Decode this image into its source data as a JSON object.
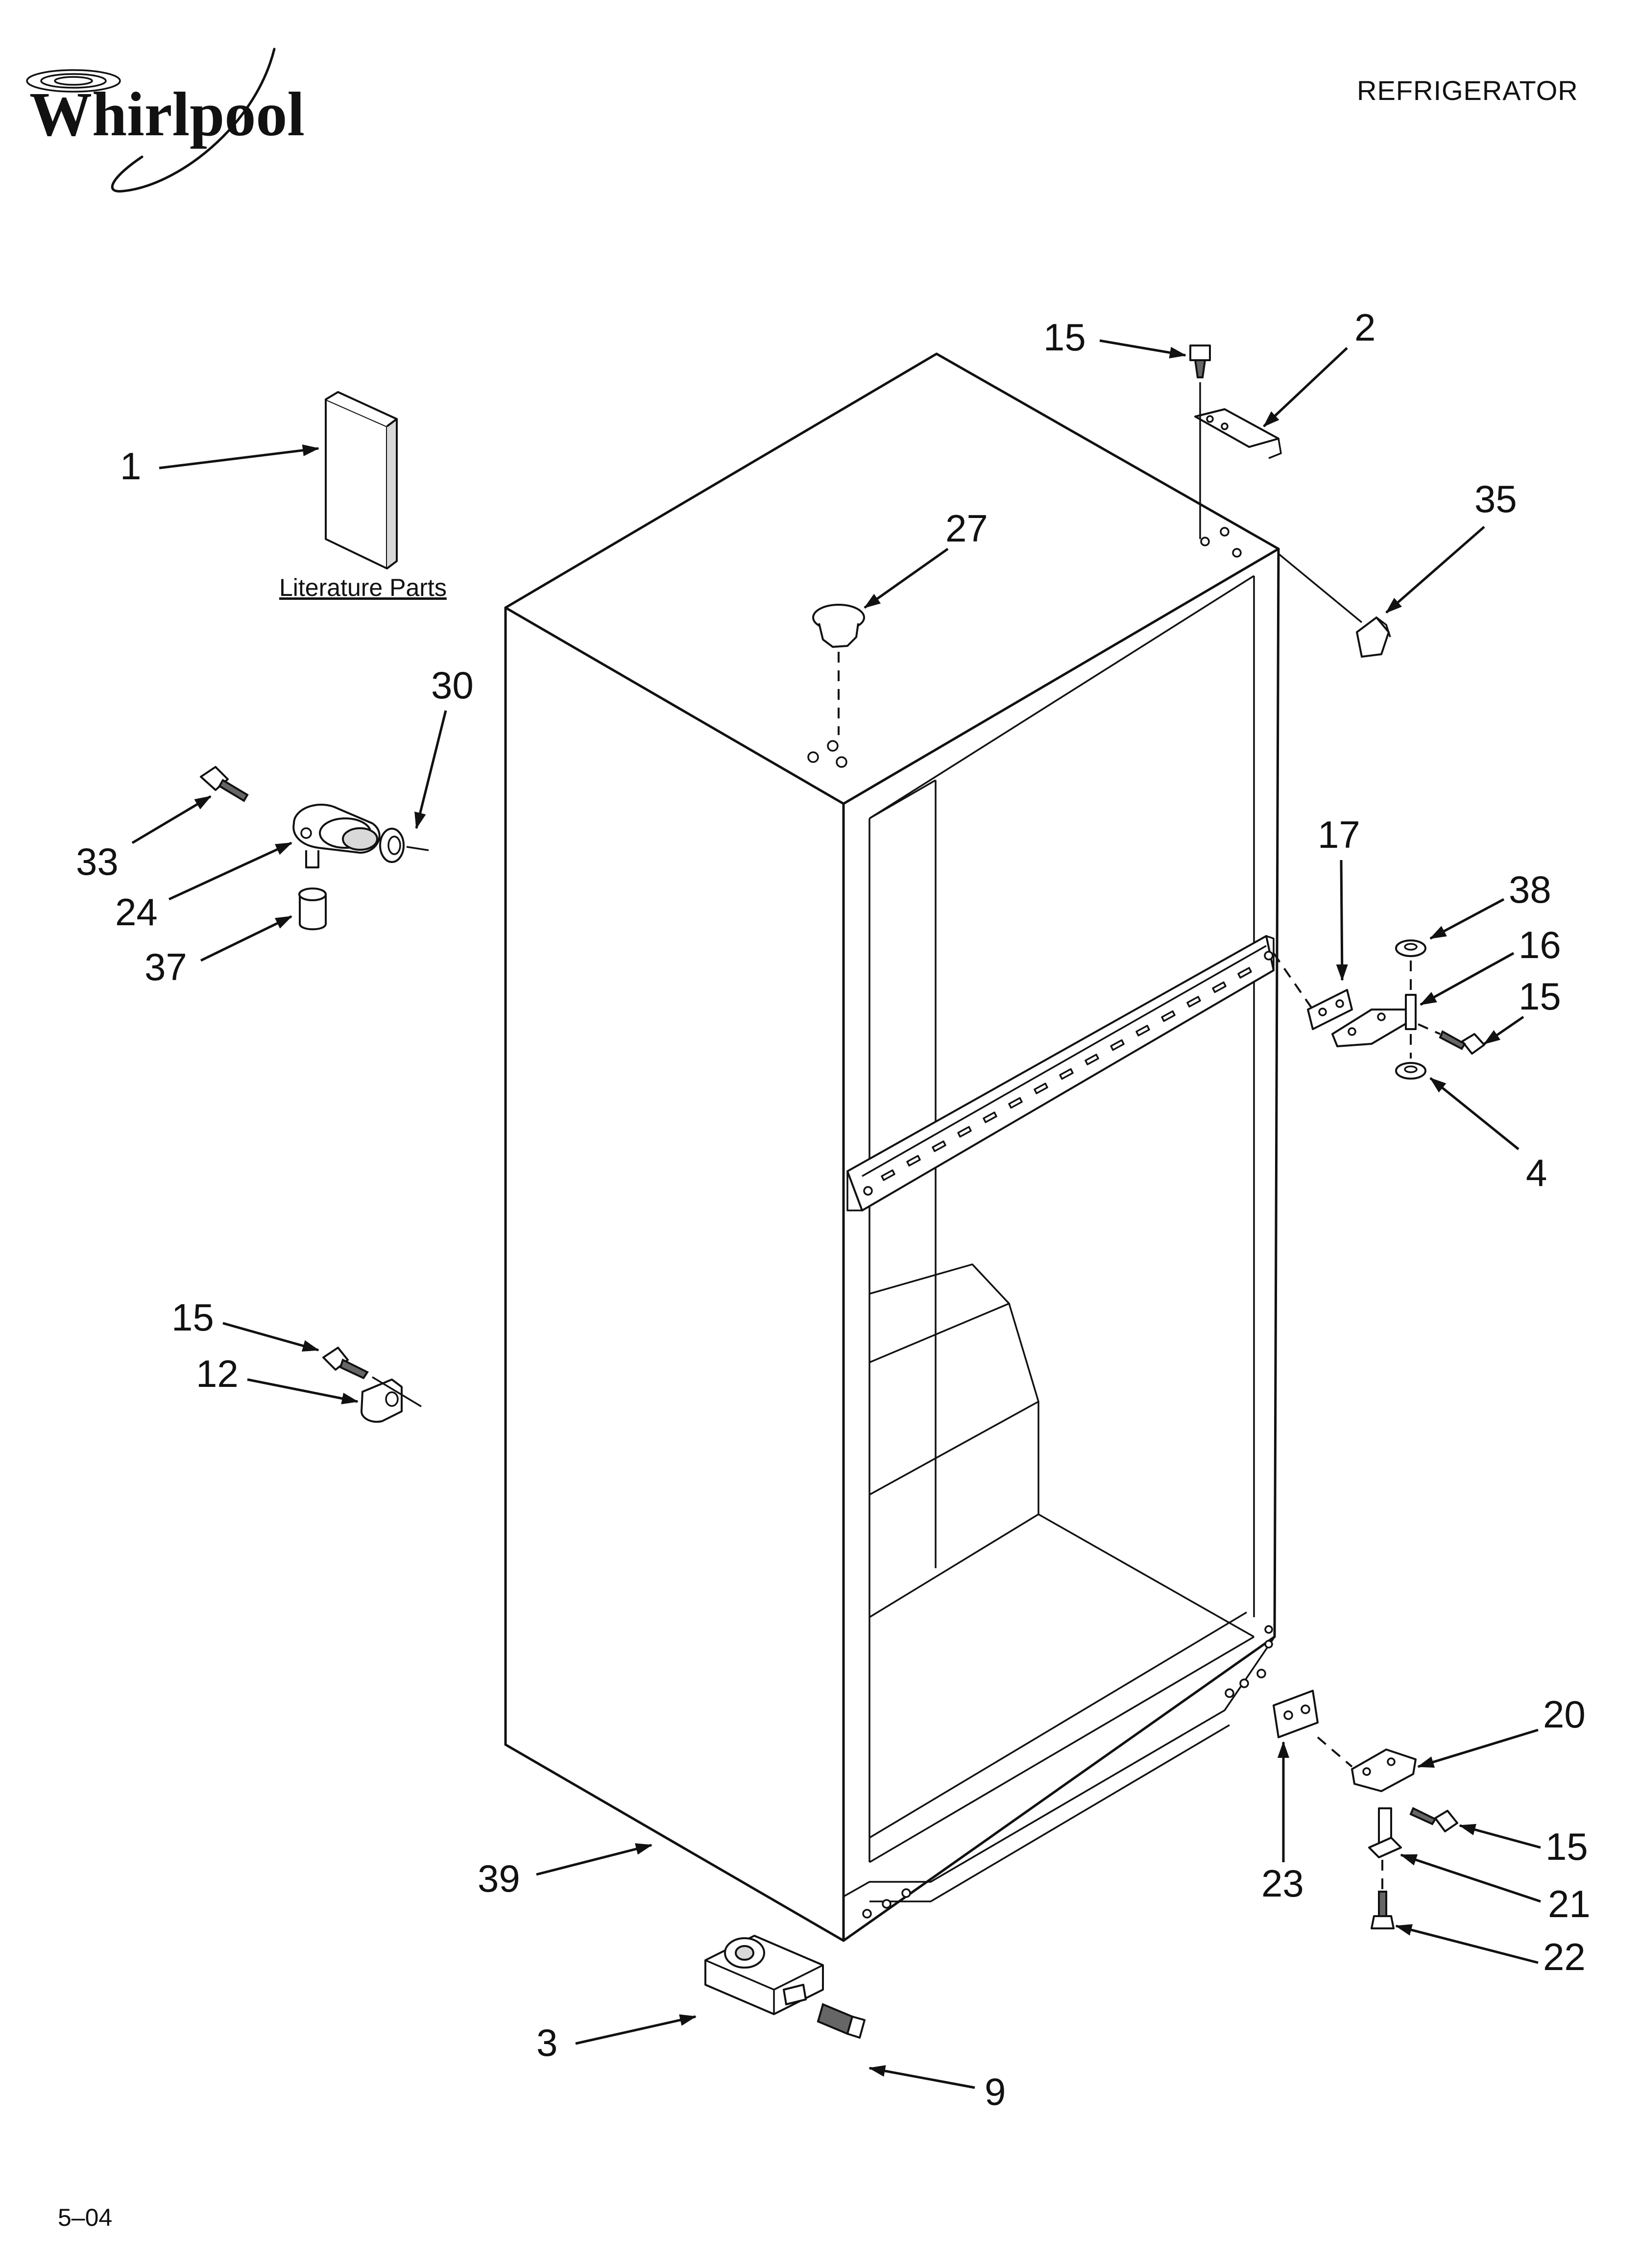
{
  "header": {
    "brand": "Whirlpool",
    "brand_logo_icon": "whirlpool-swirl-logo",
    "title": "REFRIGERATOR"
  },
  "footer": {
    "date_code": "5–04"
  },
  "literature": {
    "label": "Literature Parts"
  },
  "callouts": {
    "c1": "1",
    "c2": "2",
    "c3": "3",
    "c4": "4",
    "c9": "9",
    "c12": "12",
    "c15a": "15",
    "c15b": "15",
    "c15c": "15",
    "c15d": "15",
    "c16": "16",
    "c17": "17",
    "c20": "20",
    "c21": "21",
    "c22": "22",
    "c23": "23",
    "c24": "24",
    "c27": "27",
    "c30": "30",
    "c33": "33",
    "c35": "35",
    "c37": "37",
    "c38": "38",
    "c39": "39"
  }
}
